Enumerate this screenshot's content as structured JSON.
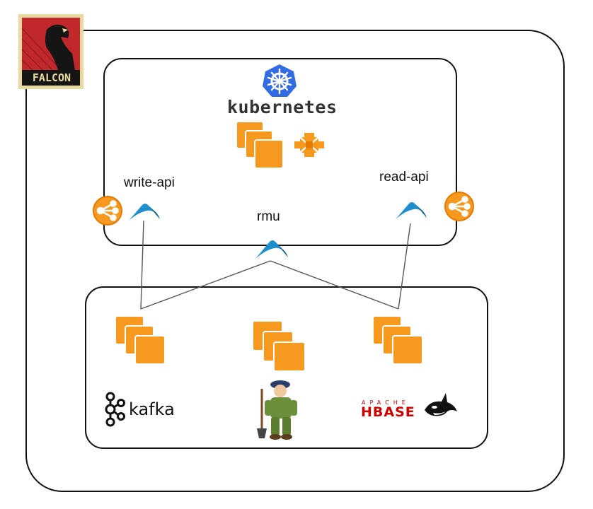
{
  "logos": {
    "falcon": "FALCON",
    "kubernetes": "kubernetes",
    "kafka": "kafka",
    "hbase_prefix": "APACHE",
    "hbase": "HBASE"
  },
  "services": {
    "write_api": "write-api",
    "read_api": "read-api",
    "rmu": "rmu"
  },
  "icons": [
    "falcon-logo-icon",
    "kubernetes-helm-icon",
    "stack-icon",
    "load-balancer-icon",
    "arrows-icon",
    "service-icon",
    "kafka-icon",
    "farmer-mascot-icon",
    "orca-icon"
  ],
  "colors": {
    "aws_orange": "#f7981f",
    "aws_orange_dark": "#e67a00",
    "k8s_blue": "#326ce5",
    "service_blue": "#1d8fcf",
    "falcon_red": "#c0282c"
  }
}
